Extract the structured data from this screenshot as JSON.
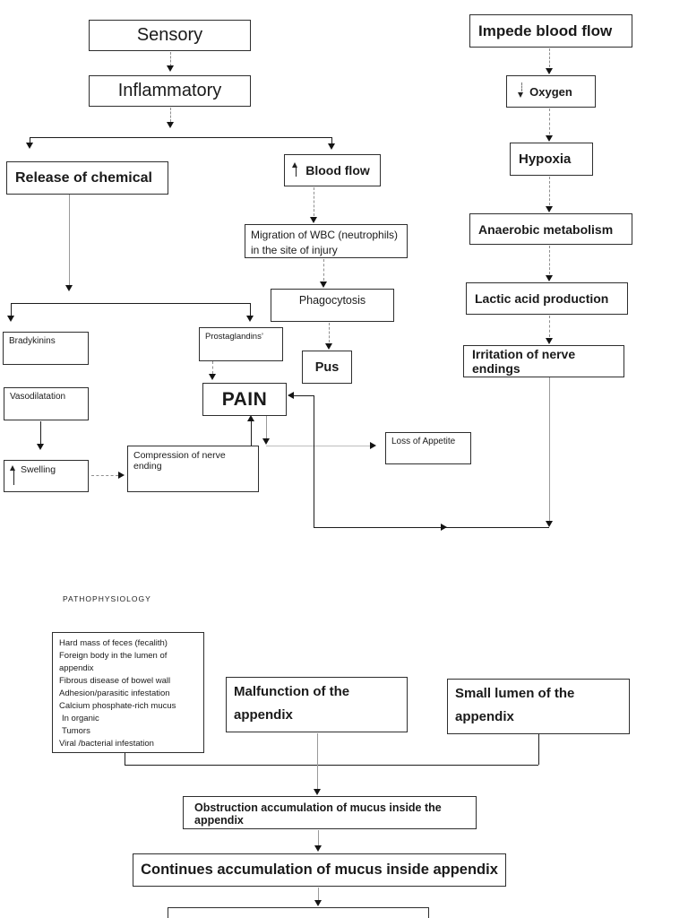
{
  "section_label": "PATHOPHYSIOLOGY",
  "nodes": {
    "sensory": {
      "label": "Sensory"
    },
    "inflammatory": {
      "label": "Inflammatory"
    },
    "release_of_chemical": {
      "label": "Release of chemical"
    },
    "blood_flow": {
      "label": "Blood flow",
      "modifier": "increase"
    },
    "migration_wbc": {
      "label": "Migration of WBC (neutrophils) in the site of injury"
    },
    "phagocytosis": {
      "label": "Phagocytosis"
    },
    "pus": {
      "label": "Pus"
    },
    "bradykinins": {
      "label": "Bradykinins"
    },
    "prostaglandins": {
      "label": "Prostaglandins’"
    },
    "vasodilatation": {
      "label": "Vasodilatation"
    },
    "swelling": {
      "label": "Swelling",
      "modifier": "increase"
    },
    "compression_nerve": {
      "label": "Compression of nerve ending"
    },
    "pain": {
      "label": "PAIN"
    },
    "loss_of_appetite": {
      "label": "Loss of Appetite"
    },
    "impede_blood_flow": {
      "label": "Impede blood flow"
    },
    "oxygen": {
      "label": "Oxygen",
      "modifier": "decrease"
    },
    "hypoxia": {
      "label": "Hypoxia"
    },
    "anaerobic_metabolism": {
      "label": "Anaerobic metabolism"
    },
    "lactic_acid_production": {
      "label": "Lactic acid production"
    },
    "irritation_nerve_endings": {
      "label": "Irritation of nerve endings"
    },
    "causes_list": {
      "lines": [
        "Hard mass of feces (fecalith)",
        "Foreign body in the lumen of appendix",
        "Fibrous disease of bowel wall",
        "Adhesion/parasitic infestation",
        "Calcium phosphate-rich mucus",
        "In organic",
        "Tumors",
        "Viral /bacterial infestation"
      ]
    },
    "malfunction_appendix": {
      "label": "Malfunction of the appendix"
    },
    "small_lumen_appendix": {
      "label": "Small lumen of the appendix"
    },
    "obstruction_mucus": {
      "label": "Obstruction accumulation of mucus inside the appendix"
    },
    "continues_mucus": {
      "label": "Continues accumulation of mucus inside appendix"
    }
  },
  "colors": {
    "line": "#1c1c1c",
    "dashed_line": "#8f8f8f",
    "box_border": "#2e2e2e",
    "text": "#1a1a1a",
    "background": "#ffffff"
  }
}
